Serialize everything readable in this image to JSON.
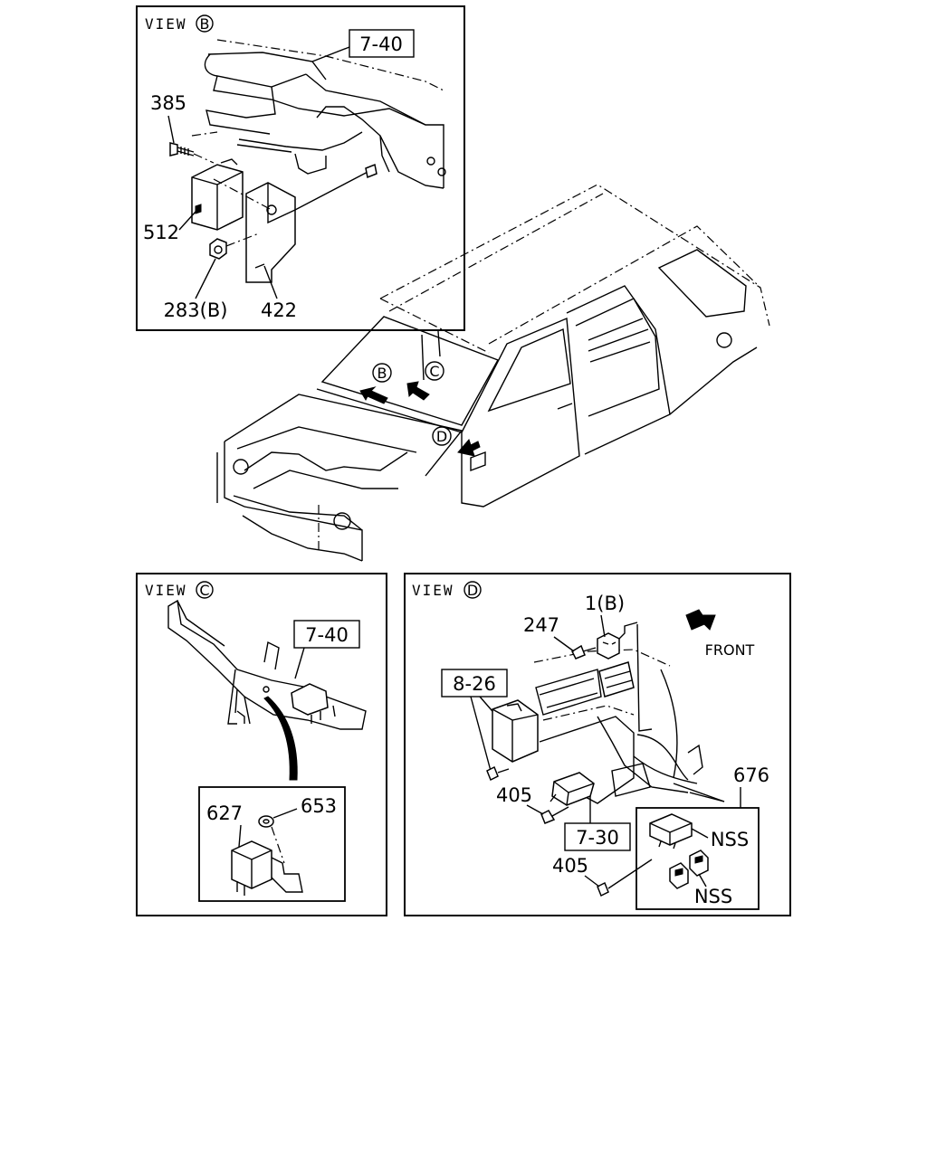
{
  "views": {
    "b": {
      "view_word": "VIEW",
      "letter": "B"
    },
    "c": {
      "view_word": "VIEW",
      "letter": "C"
    },
    "d": {
      "view_word": "VIEW",
      "letter": "D"
    }
  },
  "car_callouts": {
    "b": "B",
    "c": "C",
    "d": "D"
  },
  "view_b_labels": {
    "ref_7_40": "7-40",
    "p385": "385",
    "p512": "512",
    "p283b": "283(B)",
    "p422": "422"
  },
  "view_c_labels": {
    "ref_7_40": "7-40",
    "p627": "627",
    "p653": "653"
  },
  "view_d_labels": {
    "p1b": "1(B)",
    "p247": "247",
    "front": "FRONT",
    "ref_8_26": "8-26",
    "p405_a": "405",
    "ref_7_30": "7-30",
    "p405_b": "405",
    "p676": "676",
    "nss_a": "NSS",
    "nss_b": "NSS"
  }
}
